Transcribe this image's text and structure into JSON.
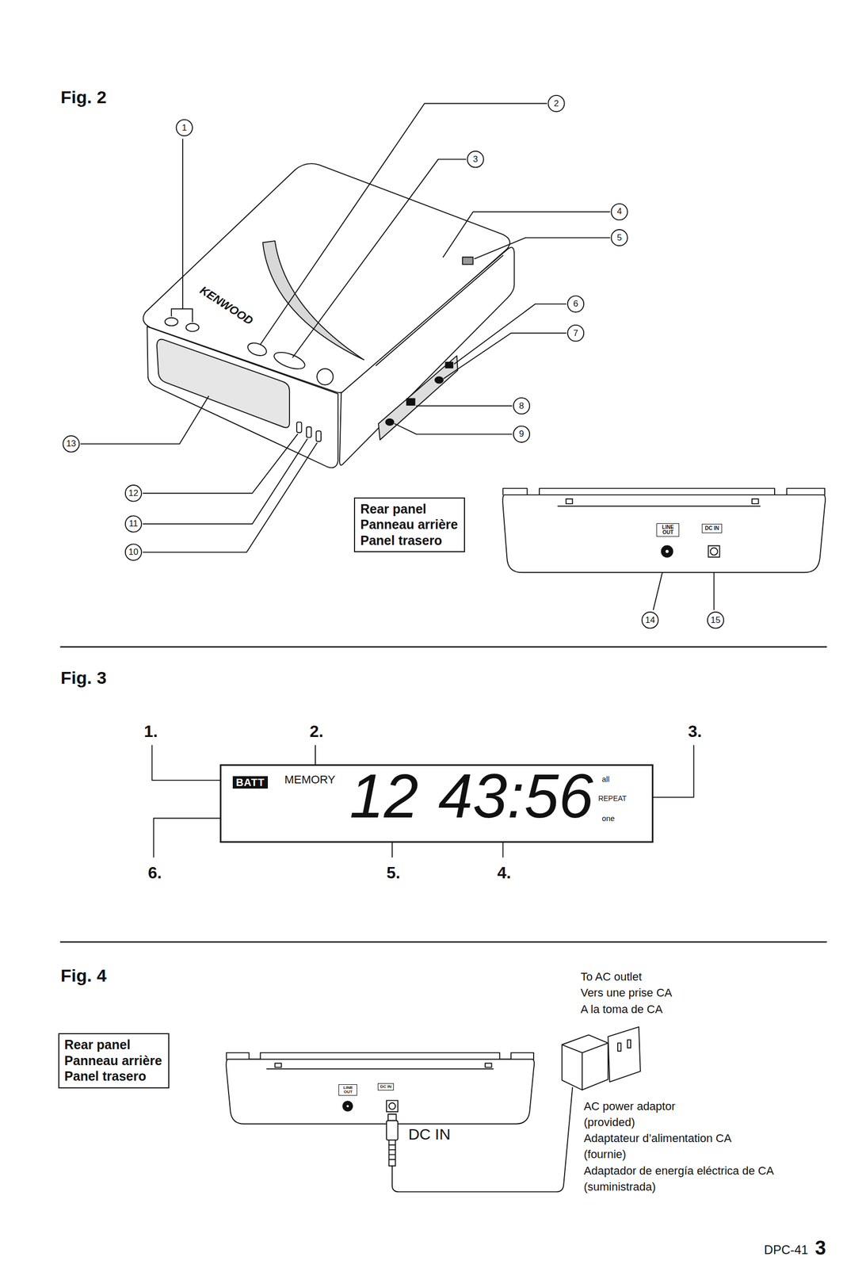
{
  "diagram": {
    "nodes": [
      {
        "text": [
          "Rear panel",
          "Panneau arrière",
          "Panel trasero"
        ]
      },
      {
        "text": [
          "LINE OUT"
        ]
      },
      {
        "text": [
          "DC IN"
        ]
      },
      {
        "text": [
          "MEMORY",
          "12",
          "43:56",
          "all",
          "REPEAT",
          "one"
        ]
      },
      {
        "text": [
          "BATT"
        ],
        "in": 3
      },
      {
        "text": [
          "Rear panel",
          "Panneau arrière",
          "Panel trasero"
        ]
      },
      {
        "text": [
          "LINE OUT"
        ]
      },
      {
        "text": [
          "DC IN"
        ]
      }
    ],
    "labels": [
      "Fig. 2",
      "1",
      "2",
      "3",
      "4",
      "5",
      "6",
      "7",
      "8",
      "9",
      "13",
      "12",
      "11",
      "10",
      "14",
      "15",
      "KENWOOD",
      "Fig. 3",
      "1.",
      "2.",
      "3.",
      "6.",
      "5.",
      "4.",
      "Fig. 4",
      "To AC outlet",
      "Vers une prise CA",
      "A la toma de CA",
      "DC IN",
      "AC power adaptor (provided)",
      "Adaptateur d’alimentation CA (fournie)",
      "Adaptador de energía eléctrica de CA (suministrada)",
      "DPC-41",
      "3"
    ]
  }
}
